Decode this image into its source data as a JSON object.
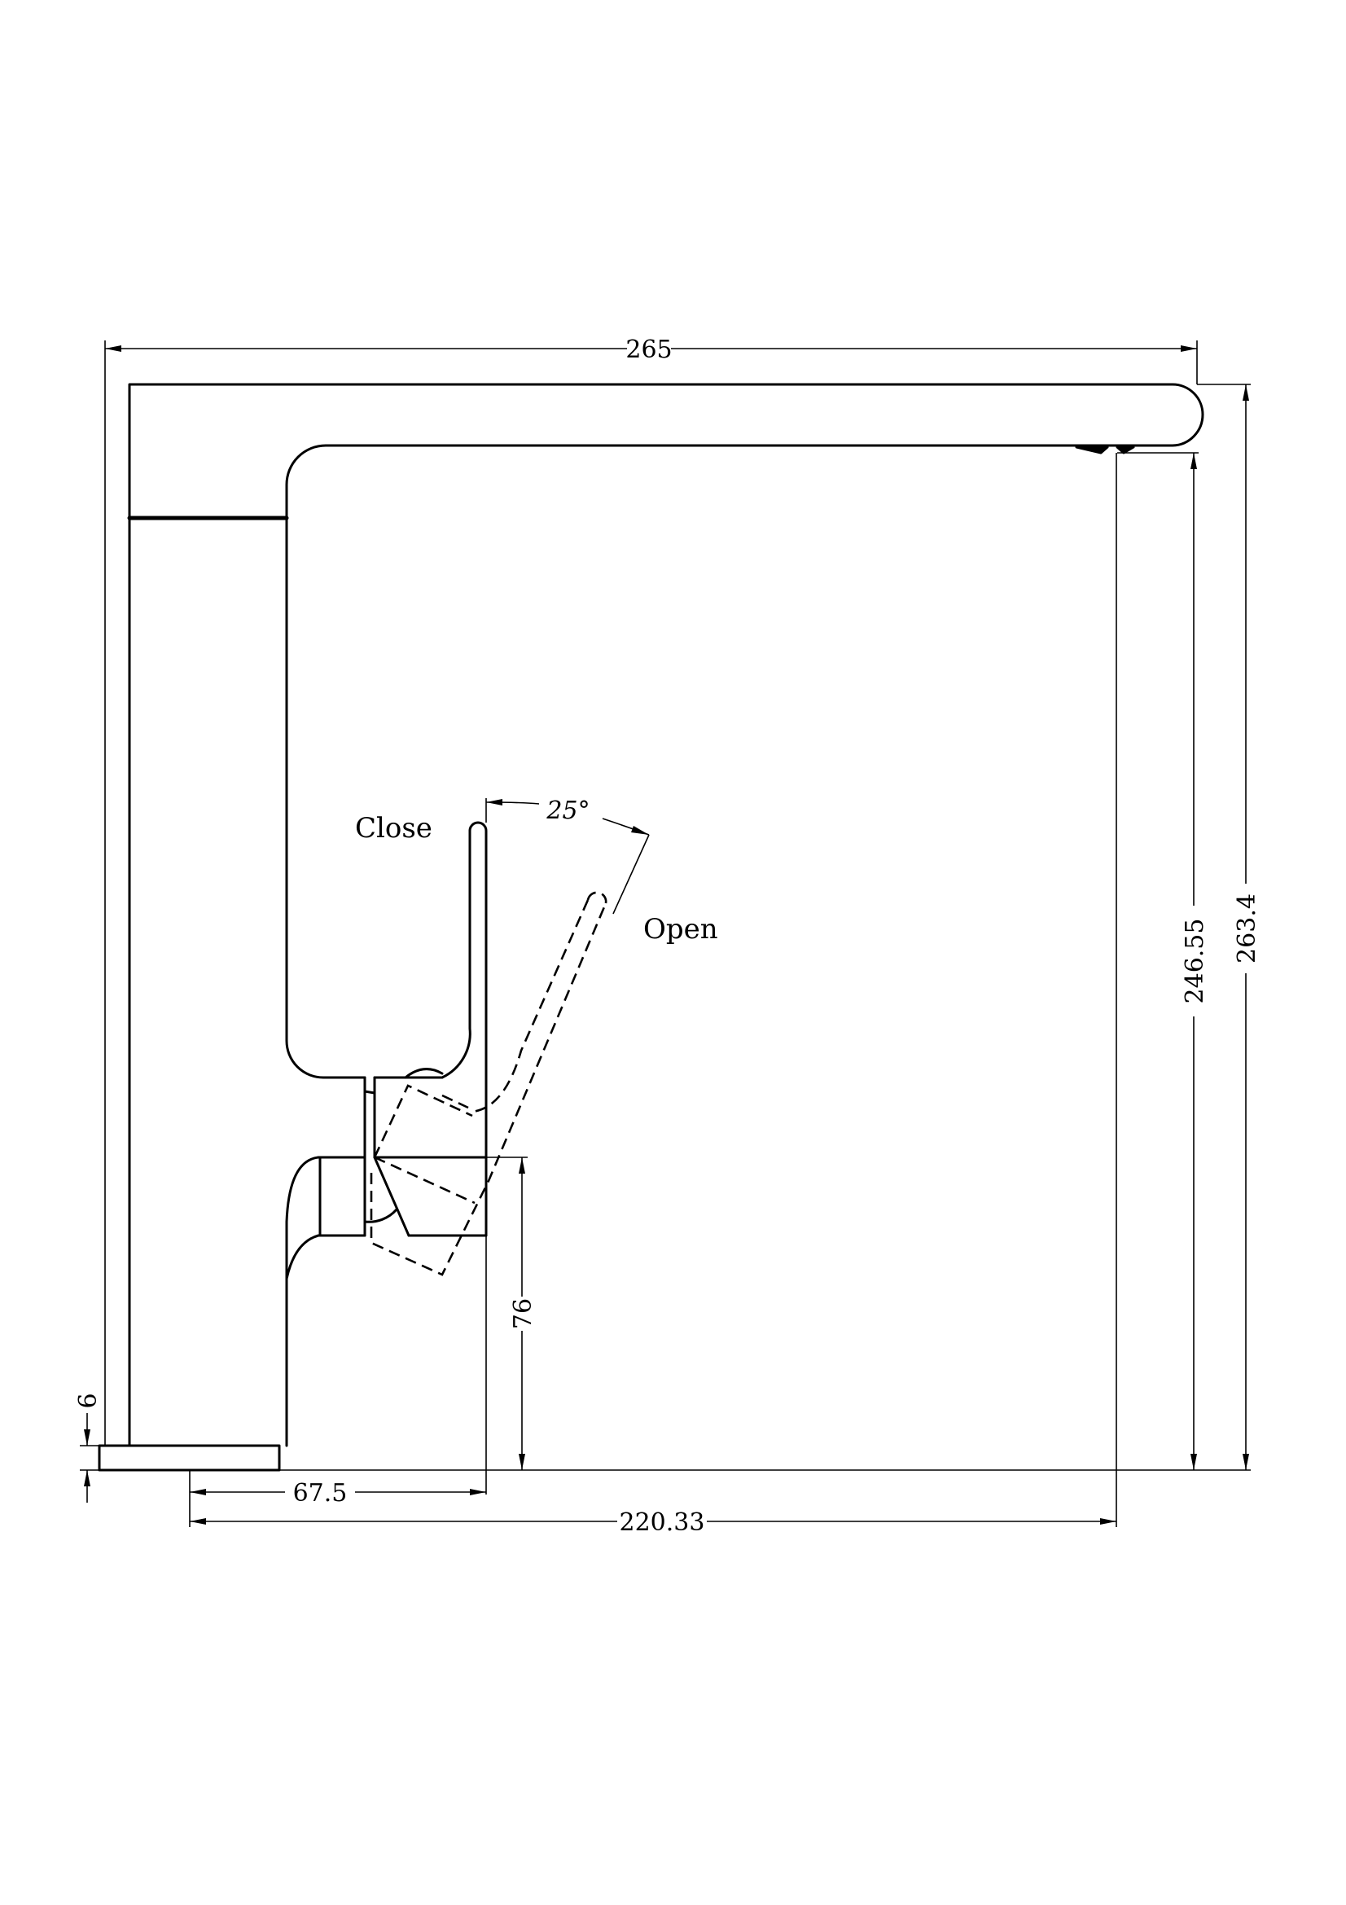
{
  "drawing": {
    "title": "Kitchen mixer tap side elevation with dimensions",
    "units": "mm",
    "background": "#ffffff",
    "line_color": "#000000"
  },
  "labels": {
    "close": "Close",
    "open": "Open",
    "angle": "25°"
  },
  "dimensions": {
    "overall_width": "265",
    "overall_height": "263.4",
    "spout_outlet_height": "246.55",
    "spout_reach": "220.33",
    "handle_offset": "67.5",
    "handle_axis_height": "76",
    "base_thickness": "6"
  }
}
